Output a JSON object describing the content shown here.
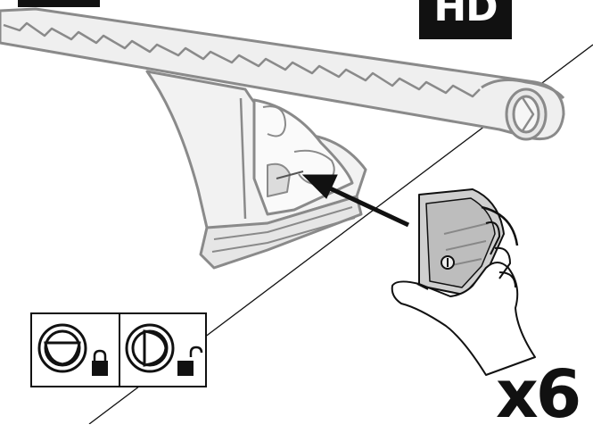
{
  "badge": {
    "text": "HD"
  },
  "quantity": {
    "text": "x6"
  },
  "lock_panel": {
    "left_state": "locked",
    "right_state": "unlocked"
  },
  "icons": [
    "key-cylinder-locked-icon",
    "lock-closed-icon",
    "key-cylinder-unlocked-icon",
    "lock-open-icon",
    "arrow-icon",
    "hand-icon"
  ],
  "colors": {
    "ink": "#111111",
    "gray_outline": "#8a8a8a",
    "light_fill": "#e6e6e6",
    "cover_fill": "#cfcfcf"
  }
}
